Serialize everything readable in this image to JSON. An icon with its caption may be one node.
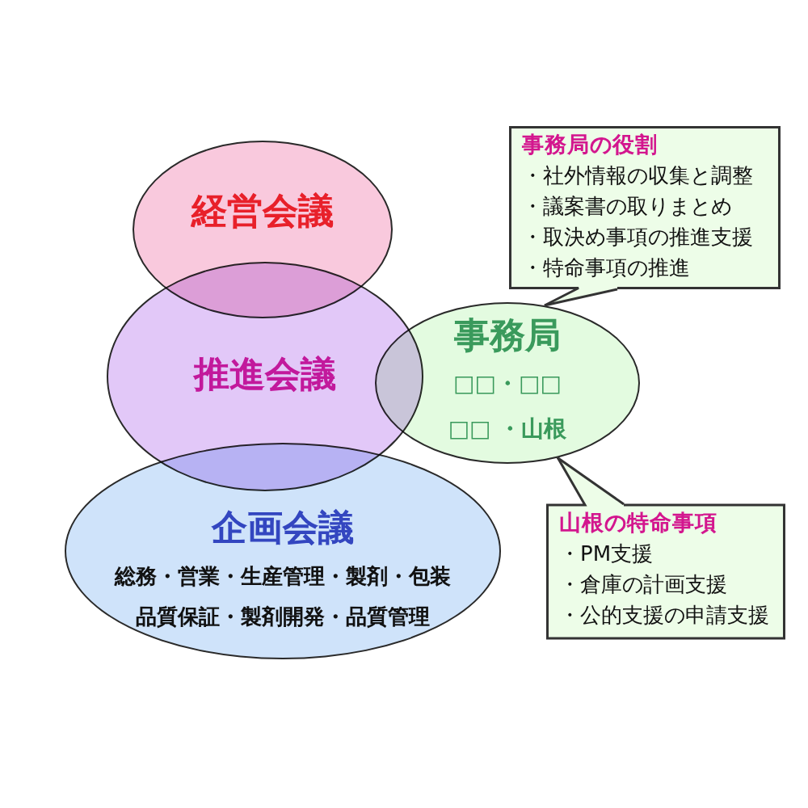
{
  "diagram": {
    "nodes": [
      {
        "text": [
          "経営会議"
        ]
      },
      {
        "text": [
          "推進会議"
        ]
      },
      {
        "text": [
          "企画会議",
          "総務・営業・生産管理・製剤・包装",
          "品質保証・製剤開発・品質管理"
        ]
      },
      {
        "text": [
          "事務局",
          "□□・□□",
          "□□ ・山根"
        ]
      },
      {
        "text": [
          "事務局の役割",
          "・社外情報の収集と調整",
          "・議案書の取りまとめ",
          "・取決め事項の推進支援",
          "・特命事項の推進"
        ]
      },
      {
        "text": [
          "山根の特命事項",
          "・PM支援",
          "・倉庫の計画支援",
          "・公的支援の申請支援"
        ]
      }
    ],
    "edges": [
      {
        "from": 4,
        "to": 3,
        "arrow": "none"
      },
      {
        "from": 5,
        "to": 3,
        "arrow": "none"
      }
    ]
  }
}
